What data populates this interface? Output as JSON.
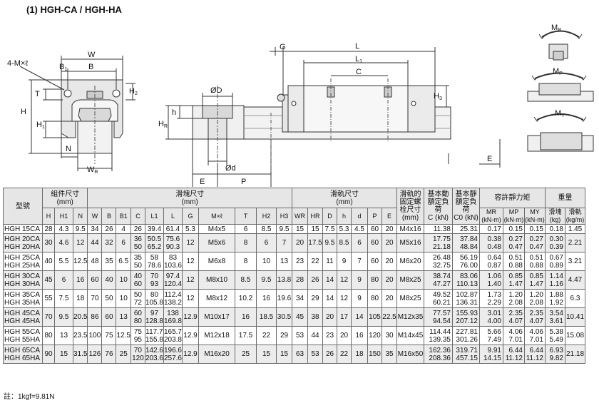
{
  "title": "(1) HGH-CA / HGH-HA",
  "figure_labels": {
    "front": {
      "W": "W",
      "B1": "B",
      "B1sub": "1",
      "B": "B",
      "M": "4-M×ℓ",
      "T": "T",
      "H": "H",
      "H1": "H",
      "H1sub": "1",
      "H2": "H",
      "H2sub": "2",
      "N": "N",
      "WR": "W",
      "WRsub": "R"
    },
    "side": {
      "G": "G",
      "L": "L",
      "L1": "L",
      "L1sub": "1",
      "C": "C",
      "D": "ØD",
      "h": "h",
      "HR": "H",
      "HRsub": "R",
      "d": "Ød",
      "E": "E",
      "P": "P",
      "H3": "H",
      "H3sub": "3"
    },
    "moments": {
      "MR": "M",
      "MRsub": "R",
      "MP": "M",
      "MPsub": "P",
      "MY": "M",
      "MYsub": "Y"
    },
    "right_E": "E"
  },
  "table": {
    "head": {
      "model": "型號",
      "assembly": "組件尺寸",
      "block": "滑塊尺寸",
      "rail": "滑軌尺寸",
      "unit_mm": "(mm)",
      "bolt": "滑軌的固定螺栓尺寸",
      "bolt_unit": "(mm)",
      "dyn": "基本動額定負荷",
      "dyn_unit": "C (kN)",
      "sta": "基本靜額定負荷",
      "sta_unit": "C0 (kN)",
      "moment": "容許靜力矩",
      "mr": "MR",
      "mp": "MP",
      "my": "MY",
      "knm": "(kN-m)",
      "weight": "重量",
      "block_w": "滑塊",
      "rail_w": "滑軌",
      "kg": "(kg)",
      "kgm": "(kg/m)",
      "cols": [
        "H",
        "H1",
        "N",
        "W",
        "B",
        "B1",
        "C",
        "L1",
        "L",
        "G",
        "M×ℓ",
        "T",
        "H2",
        "H3",
        "WR",
        "HR",
        "D",
        "h",
        "d",
        "P",
        "E"
      ]
    },
    "rows": [
      {
        "models": [
          "HGH 15CA"
        ],
        "H": "28",
        "H1": "4.3",
        "N": "9.5",
        "W": "34",
        "B": "26",
        "B1": "4",
        "C": [
          "26"
        ],
        "L1": [
          "39.4"
        ],
        "L": [
          "61.4"
        ],
        "G": "5.3",
        "M": "M4x5",
        "T": "6",
        "H2": "8.5",
        "H3": "9.5",
        "WR": "15",
        "HR": "15",
        "D": "7.5",
        "h": "5.3",
        "d": "4.5",
        "P": "60",
        "E": "20",
        "bolt": "M4x16",
        "Cd": [
          "11.38"
        ],
        "C0": [
          "25.31"
        ],
        "MR": [
          "0.17"
        ],
        "MP": [
          "0.15"
        ],
        "MY": [
          "0.15"
        ],
        "wb": [
          "0.18"
        ],
        "wr": "1.45"
      },
      {
        "models": [
          "HGH 20CA",
          "HGH 20HA"
        ],
        "H": "30",
        "H1": "4.6",
        "N": "12",
        "W": "44",
        "B": "32",
        "B1": "6",
        "C": [
          "36",
          "50"
        ],
        "L1": [
          "50.5",
          "65.2"
        ],
        "L": [
          "75.6",
          "90.3"
        ],
        "G": "12",
        "M": "M5x6",
        "T": "8",
        "H2": "6",
        "H3": "7",
        "WR": "20",
        "HR": "17.5",
        "D": "9.5",
        "h": "8.5",
        "d": "6",
        "P": "60",
        "E": "20",
        "bolt": "M5x16",
        "Cd": [
          "17.75",
          "21.18"
        ],
        "C0": [
          "37.84",
          "48.84"
        ],
        "MR": [
          "0.38",
          "0.48"
        ],
        "MP": [
          "0.27",
          "0.47"
        ],
        "MY": [
          "0.27",
          "0.47"
        ],
        "wb": [
          "0.30",
          "0.39"
        ],
        "wr": "2.21"
      },
      {
        "models": [
          "HGH 25CA",
          "HGH 25HA"
        ],
        "H": "40",
        "H1": "5.5",
        "N": "12.5",
        "W": "48",
        "B": "35",
        "B1": "6.5",
        "C": [
          "35",
          "50"
        ],
        "L1": [
          "58",
          "78.6"
        ],
        "L": [
          "83",
          "103.6"
        ],
        "G": "12",
        "M": "M6x8",
        "T": "8",
        "H2": "10",
        "H3": "13",
        "WR": "23",
        "HR": "22",
        "D": "11",
        "h": "9",
        "d": "7",
        "P": "60",
        "E": "20",
        "bolt": "M6x20",
        "Cd": [
          "26.48",
          "32.75"
        ],
        "C0": [
          "56.19",
          "76.00"
        ],
        "MR": [
          "0.64",
          "0.87"
        ],
        "MP": [
          "0.51",
          "0.88"
        ],
        "MY": [
          "0.51",
          "0.88"
        ],
        "wb": [
          "0.67",
          "0.89"
        ],
        "wr": "3.21"
      },
      {
        "models": [
          "HGH 30CA",
          "HGH 30HA"
        ],
        "H": "45",
        "H1": "6",
        "N": "16",
        "W": "60",
        "B": "40",
        "B1": "10",
        "C": [
          "40",
          "60"
        ],
        "L1": [
          "70",
          "93"
        ],
        "L": [
          "97.4",
          "120.4"
        ],
        "G": "12",
        "M": "M8x10",
        "T": "8.5",
        "H2": "9.5",
        "H3": "13.8",
        "WR": "28",
        "HR": "26",
        "D": "14",
        "h": "12",
        "d": "9",
        "P": "80",
        "E": "20",
        "bolt": "M8x25",
        "Cd": [
          "38.74",
          "47.27"
        ],
        "C0": [
          "83.06",
          "110.13"
        ],
        "MR": [
          "1.06",
          "1.40"
        ],
        "MP": [
          "0.85",
          "1.47"
        ],
        "MY": [
          "0.85",
          "1.47"
        ],
        "wb": [
          "1.14",
          "1.16"
        ],
        "wr": "4.47"
      },
      {
        "models": [
          "HGH 35CA",
          "HGH 35HA"
        ],
        "H": "55",
        "H1": "7.5",
        "N": "18",
        "W": "70",
        "B": "50",
        "B1": "10",
        "C": [
          "50",
          "72"
        ],
        "L1": [
          "80",
          "105.8"
        ],
        "L": [
          "112.4",
          "138.2"
        ],
        "G": "12",
        "M": "M8x12",
        "T": "10.2",
        "H2": "16",
        "H3": "19.6",
        "WR": "34",
        "HR": "29",
        "D": "14",
        "h": "12",
        "d": "9",
        "P": "80",
        "E": "20",
        "bolt": "M8x25",
        "Cd": [
          "49.52",
          "60.21"
        ],
        "C0": [
          "102.87",
          "136.31"
        ],
        "MR": [
          "1.73",
          "2.29"
        ],
        "MP": [
          "1.20",
          "2.08"
        ],
        "MY": [
          "1.20",
          "2.08"
        ],
        "wb": [
          "1.88",
          "1.92"
        ],
        "wr": "6.3"
      },
      {
        "models": [
          "HGH 45CA",
          "HGH 45HA"
        ],
        "H": "70",
        "H1": "9.5",
        "N": "20.5",
        "W": "86",
        "B": "60",
        "B1": "13",
        "C": [
          "60",
          "80"
        ],
        "L1": [
          "97",
          "128.8"
        ],
        "L": [
          "138",
          "169.8"
        ],
        "G": "12.9",
        "M": "M10x17",
        "T": "16",
        "H2": "18.5",
        "H3": "30.5",
        "WR": "45",
        "HR": "38",
        "D": "20",
        "h": "17",
        "d": "14",
        "P": "105",
        "E": "22.5",
        "bolt": "M12x35",
        "Cd": [
          "77.57",
          "94.54"
        ],
        "C0": [
          "155.93",
          "207.12"
        ],
        "MR": [
          "3.01",
          "4.00"
        ],
        "MP": [
          "2.35",
          "4.07"
        ],
        "MY": [
          "2.35",
          "4.07"
        ],
        "wb": [
          "3.54",
          "3.61"
        ],
        "wr": "10.41"
      },
      {
        "models": [
          "HGH 55CA",
          "HGH 55HA"
        ],
        "H": "80",
        "H1": "13",
        "N": "23.5",
        "W": "100",
        "B": "75",
        "B1": "12.5",
        "C": [
          "75",
          "95"
        ],
        "L1": [
          "117.7",
          "155.8"
        ],
        "L": [
          "165.7",
          "203.8"
        ],
        "G": "12.9",
        "M": "M12x18",
        "T": "17.5",
        "H2": "22",
        "H3": "29",
        "WR": "53",
        "HR": "44",
        "D": "23",
        "h": "20",
        "d": "16",
        "P": "120",
        "E": "30",
        "bolt": "M14x45",
        "Cd": [
          "114.44",
          "139.35"
        ],
        "C0": [
          "227.81",
          "301.26"
        ],
        "MR": [
          "5.66",
          "7.49"
        ],
        "MP": [
          "4.06",
          "7.01"
        ],
        "MY": [
          "4.06",
          "7.01"
        ],
        "wb": [
          "5.38",
          "5.49"
        ],
        "wr": "15.08"
      },
      {
        "models": [
          "HGH 65CA",
          "HGH 65HA"
        ],
        "H": "90",
        "H1": "15",
        "N": "31.5",
        "W": "126",
        "B": "76",
        "B1": "25",
        "C": [
          "70",
          "120"
        ],
        "L1": [
          "142.6",
          "203.6"
        ],
        "L": [
          "196.6",
          "257.6"
        ],
        "G": "12.9",
        "M": "M16x20",
        "T": "25",
        "H2": "15",
        "H3": "15",
        "WR": "63",
        "HR": "53",
        "D": "26",
        "h": "22",
        "d": "18",
        "P": "150",
        "E": "35",
        "bolt": "M16x50",
        "Cd": [
          "162.36",
          "208.36"
        ],
        "C0": [
          "319.71",
          "457.15"
        ],
        "MR": [
          "9.91",
          "14.15"
        ],
        "MP": [
          "6.44",
          "11.12"
        ],
        "MY": [
          "6.44",
          "11.12"
        ],
        "wb": [
          "6.93",
          "9.82"
        ],
        "wr": "21.18"
      }
    ]
  },
  "note": "註：1kgf=9.81N"
}
